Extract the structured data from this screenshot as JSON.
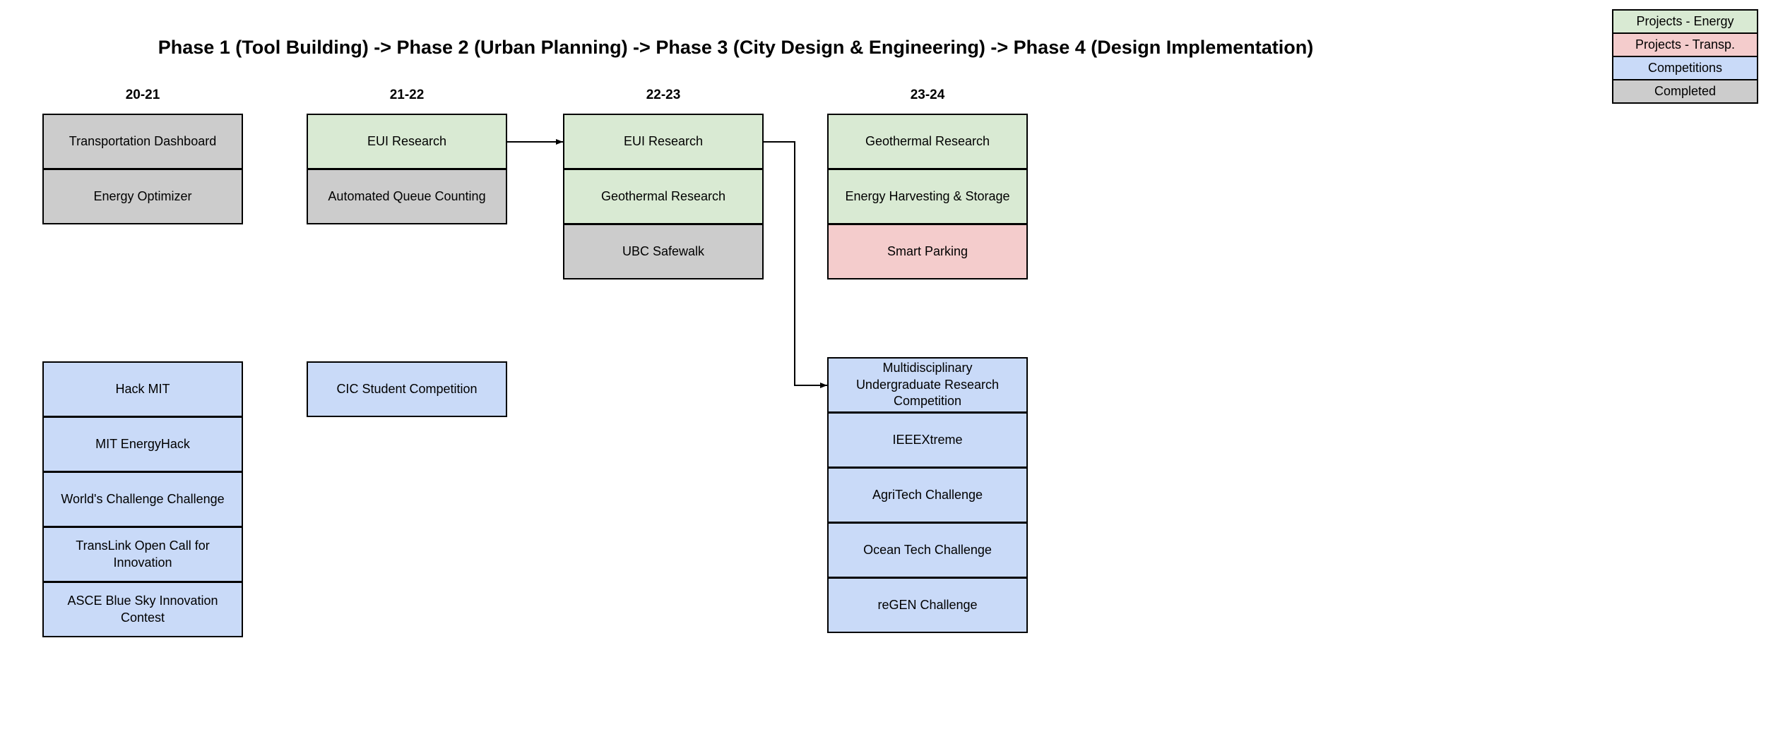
{
  "title": "Phase 1 (Tool Building) -> Phase 2 (Urban Planning) -> Phase 3 (City Design & Engineering) -> Phase 4 (Design Implementation)",
  "colors": {
    "energy": "#d9ead3",
    "transp": "#f4cccc",
    "competitions": "#c9daf8",
    "completed": "#cccccc"
  },
  "legend": [
    {
      "label": "Projects - Energy",
      "color": "#d9ead3"
    },
    {
      "label": "Projects - Transp.",
      "color": "#f4cccc"
    },
    {
      "label": "Competitions",
      "color": "#c9daf8"
    },
    {
      "label": "Completed",
      "color": "#cccccc"
    }
  ],
  "columns": [
    {
      "year": "20-21",
      "projects": [
        {
          "label": "Transportation Dashboard",
          "category": "completed"
        },
        {
          "label": "Energy Optimizer",
          "category": "completed"
        }
      ],
      "competitions": [
        {
          "label": "Hack MIT",
          "category": "competitions"
        },
        {
          "label": "MIT EnergyHack",
          "category": "competitions"
        },
        {
          "label": "World's Challenge Challenge",
          "category": "competitions"
        },
        {
          "label": "TransLink Open Call for Innovation",
          "category": "competitions"
        },
        {
          "label": "ASCE Blue Sky Innovation Contest",
          "category": "competitions"
        }
      ]
    },
    {
      "year": "21-22",
      "projects": [
        {
          "label": "EUI Research",
          "category": "energy"
        },
        {
          "label": "Automated Queue Counting",
          "category": "completed"
        }
      ],
      "competitions": [
        {
          "label": "CIC Student Competition",
          "category": "competitions"
        }
      ]
    },
    {
      "year": "22-23",
      "projects": [
        {
          "label": "EUI Research",
          "category": "energy"
        },
        {
          "label": "Geothermal Research",
          "category": "energy"
        },
        {
          "label": "UBC Safewalk",
          "category": "completed"
        }
      ],
      "competitions": []
    },
    {
      "year": "23-24",
      "projects": [
        {
          "label": "Geothermal Research",
          "category": "energy"
        },
        {
          "label": "Energy Harvesting & Storage",
          "category": "energy"
        },
        {
          "label": "Smart Parking",
          "category": "transp"
        }
      ],
      "competitions": [
        {
          "label": "Multidisciplinary Undergraduate Research Competition",
          "category": "competitions"
        },
        {
          "label": "IEEEXtreme",
          "category": "competitions"
        },
        {
          "label": "AgriTech Challenge",
          "category": "competitions"
        },
        {
          "label": "Ocean Tech Challenge",
          "category": "competitions"
        },
        {
          "label": "reGEN Challenge",
          "category": "competitions"
        }
      ]
    }
  ]
}
